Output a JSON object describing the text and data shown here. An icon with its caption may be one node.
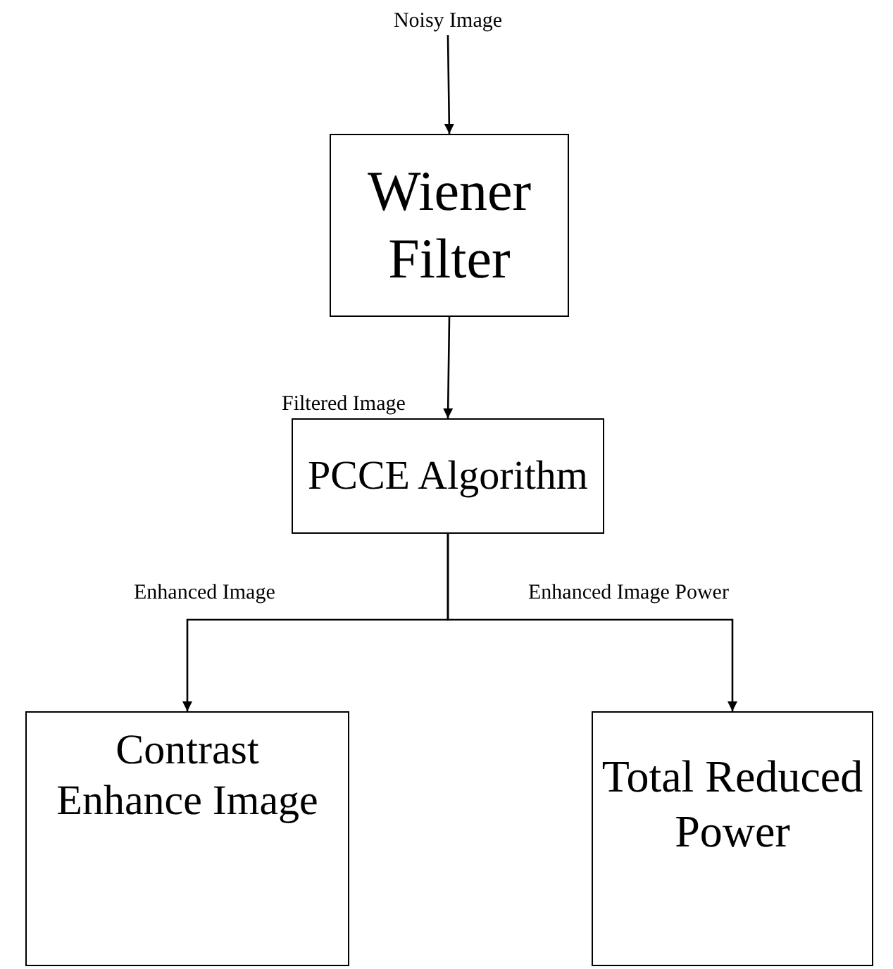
{
  "diagram": {
    "nodes": [
      {
        "text": [
          "Noisy Image"
        ]
      },
      {
        "text": [
          "Wiener Filter"
        ]
      },
      {
        "text": [
          "PCCE Algorithm"
        ]
      },
      {
        "text": [
          "Contrast Enhance Image"
        ]
      },
      {
        "text": [
          "Total Reduced Power"
        ]
      }
    ],
    "edges": [
      {
        "from": 0,
        "to": 1,
        "arrow": "to"
      },
      {
        "from": 1,
        "to": 2,
        "arrow": "to",
        "label": "Filtered Image"
      },
      {
        "from": 2,
        "to": 3,
        "arrow": "to",
        "label": "Enhanced Image"
      },
      {
        "from": 2,
        "to": 4,
        "arrow": "to",
        "label": "Enhanced Image Power"
      }
    ]
  }
}
